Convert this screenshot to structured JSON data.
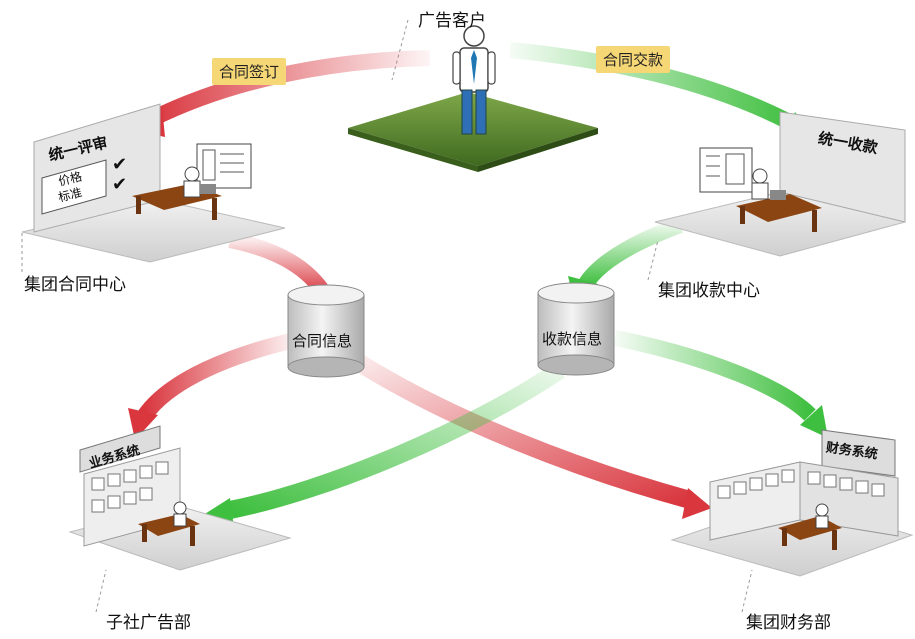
{
  "customer": {
    "label": "广告客户"
  },
  "flows": {
    "contract_sign": "合同签订",
    "contract_pay": "合同交款"
  },
  "nodes": {
    "contract_center": {
      "label": "集团合同中心",
      "board_title": "统一评审",
      "board_card": [
        "价格",
        "标准"
      ]
    },
    "payment_center": {
      "label": "集团收款中心",
      "board_title": "统一收款"
    },
    "branch": {
      "label": "子社广告部",
      "sign": "业务系统"
    },
    "finance": {
      "label": "集团财务部",
      "sign": "财务系统"
    }
  },
  "databases": {
    "contract_info": "合同信息",
    "payment_info": "收款信息"
  },
  "colors": {
    "red": "#d9363e",
    "green": "#3fbf3f",
    "grass": "#5e8a2f",
    "tag": "#f6d776"
  }
}
